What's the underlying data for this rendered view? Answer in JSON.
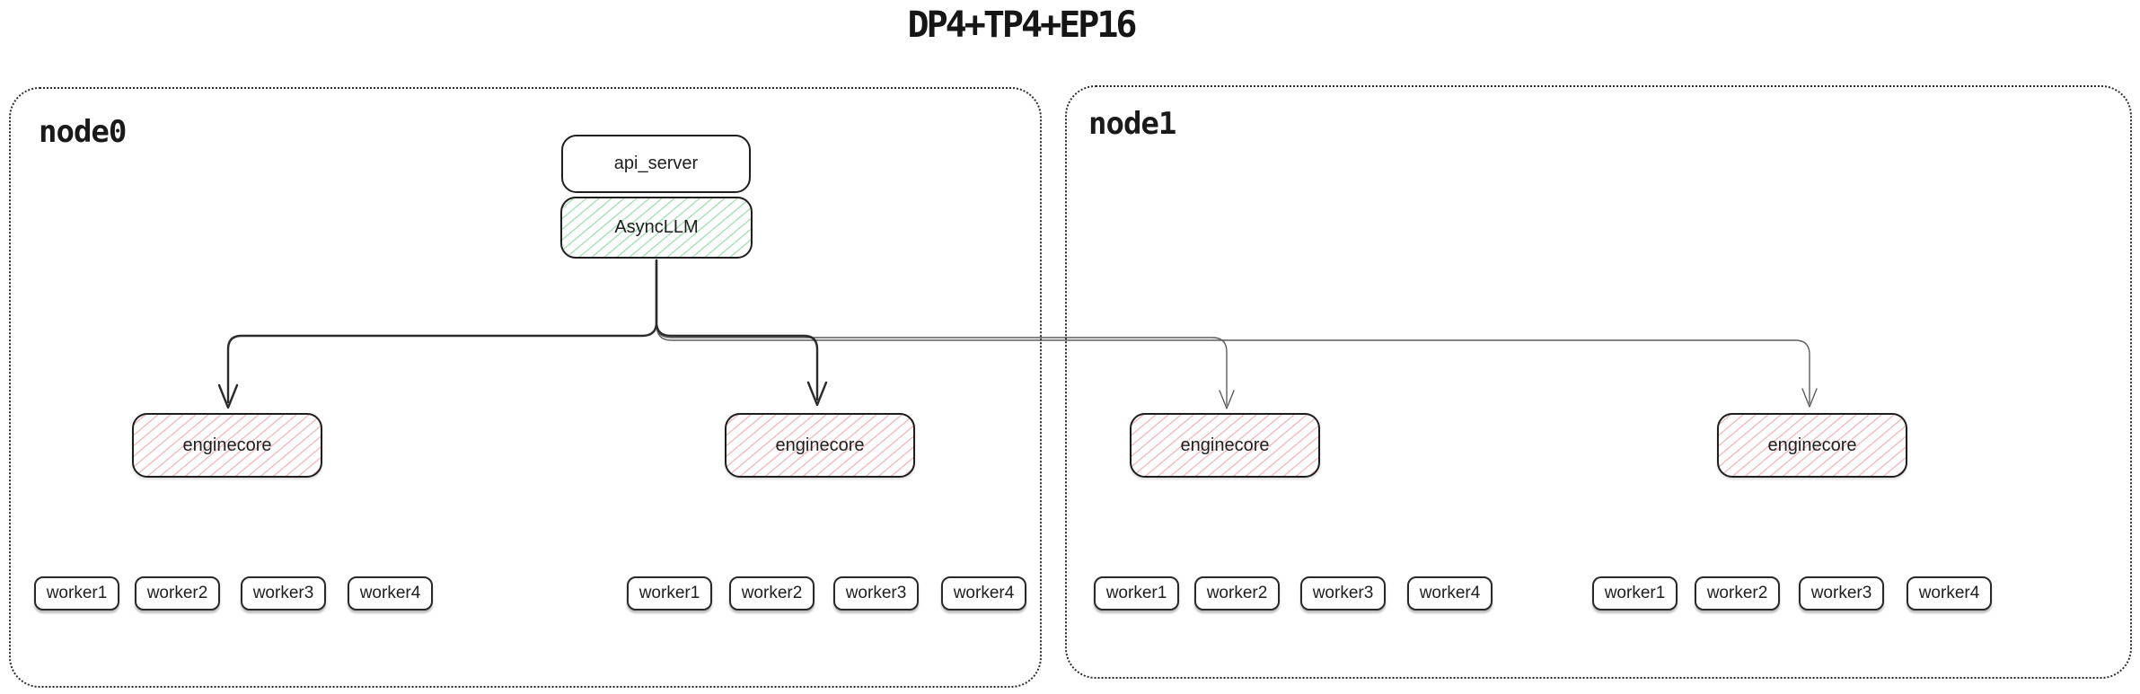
{
  "title": "DP4+TP4+EP16",
  "nodes": [
    {
      "label": "node0",
      "api_server_label": "api_server",
      "async_llm_label": "AsyncLLM",
      "enginecores": [
        {
          "label": "enginecore",
          "workers": [
            "worker1",
            "worker2",
            "worker3",
            "worker4"
          ]
        },
        {
          "label": "enginecore",
          "workers": [
            "worker1",
            "worker2",
            "worker3",
            "worker4"
          ]
        }
      ]
    },
    {
      "label": "node1",
      "enginecores": [
        {
          "label": "enginecore",
          "workers": [
            "worker1",
            "worker2",
            "worker3",
            "worker4"
          ]
        },
        {
          "label": "enginecore",
          "workers": [
            "worker1",
            "worker2",
            "worker3",
            "worker4"
          ]
        }
      ]
    }
  ],
  "edges": [
    {
      "from": "AsyncLLM",
      "to": "node0.enginecore1",
      "stroke": "dark",
      "arrowhead": "open-v"
    },
    {
      "from": "AsyncLLM",
      "to": "node0.enginecore2",
      "stroke": "dark",
      "arrowhead": "open-v"
    },
    {
      "from": "AsyncLLM",
      "to": "node1.enginecore1",
      "stroke": "thin-gray",
      "arrowhead": "open-v"
    },
    {
      "from": "AsyncLLM",
      "to": "node1.enginecore2",
      "stroke": "thin-gray",
      "arrowhead": "open-v"
    }
  ],
  "colors": {
    "ink": "#1e1e1e",
    "connector_dark": "#2b2b2b",
    "connector_gray": "#5d5d5d",
    "hatch_green": "#a6e2b4",
    "hatch_red": "#f4bcbc"
  }
}
